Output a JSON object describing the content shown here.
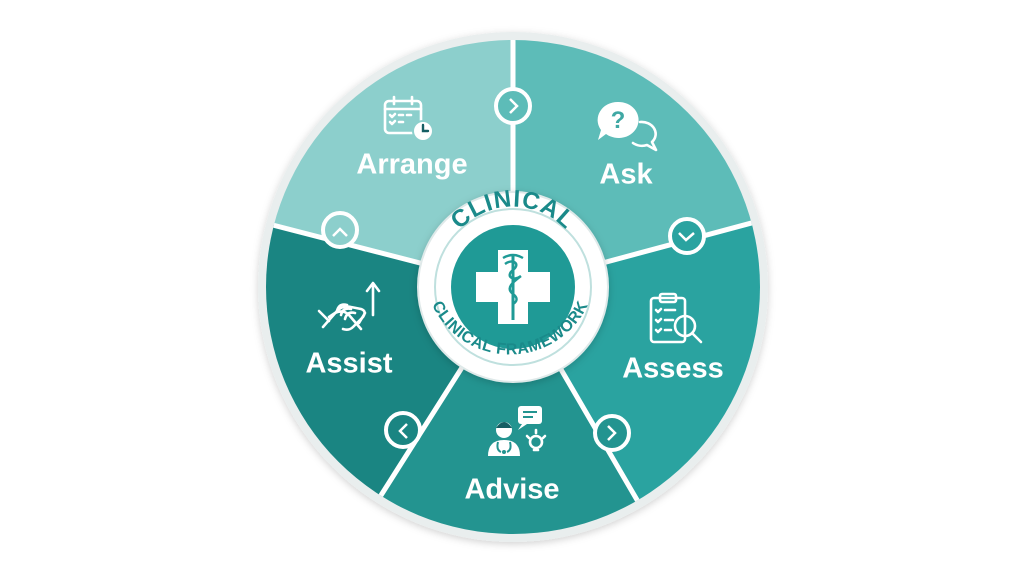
{
  "framework": {
    "top_label": "CLINICAL",
    "ring_label": "CLINICAL FRAMEWORK",
    "center_icon": "medical-cross-caduceus-icon"
  },
  "segments": [
    {
      "key": "arrange",
      "label": "Arrange",
      "icon": "calendar-clock-icon",
      "color": "#8ccfcc"
    },
    {
      "key": "ask",
      "label": "Ask",
      "icon": "question-chat-bubbles-icon",
      "color": "#5dbcb8"
    },
    {
      "key": "assess",
      "label": "Assess",
      "icon": "clipboard-magnifier-icon",
      "color": "#2aa3a0"
    },
    {
      "key": "advise",
      "label": "Advise",
      "icon": "doctor-speech-lightbulb-icon",
      "color": "#239490"
    },
    {
      "key": "assist",
      "label": "Assist",
      "icon": "handshake-arrow-icon",
      "color": "#1a8582"
    }
  ],
  "colors": {
    "hub_outer": "#ffffff",
    "hub_inner": "#1f9a96",
    "accent_text": "#1a8a8a",
    "rim": "#e6ecec"
  }
}
